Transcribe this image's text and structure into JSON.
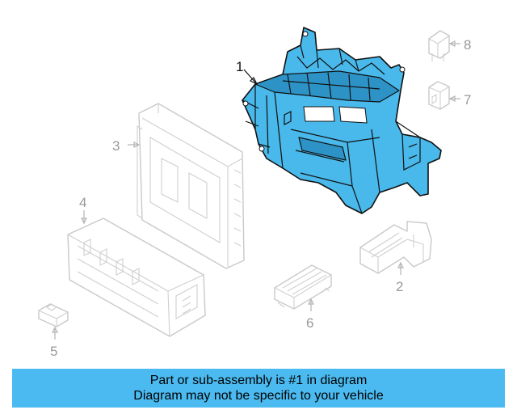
{
  "diagram": {
    "callouts": {
      "part1": "1",
      "part2": "2",
      "part3": "3",
      "part4": "4",
      "part5": "5",
      "part6": "6",
      "part7": "7",
      "part8": "8"
    },
    "highlight_color": "#49b8ea",
    "ghost_color": "#c9c9c9"
  },
  "banner": {
    "line1": "Part or sub-assembly is #1 in diagram",
    "line2": "Diagram may not be specific to your vehicle",
    "background": "#4bbaf0"
  }
}
